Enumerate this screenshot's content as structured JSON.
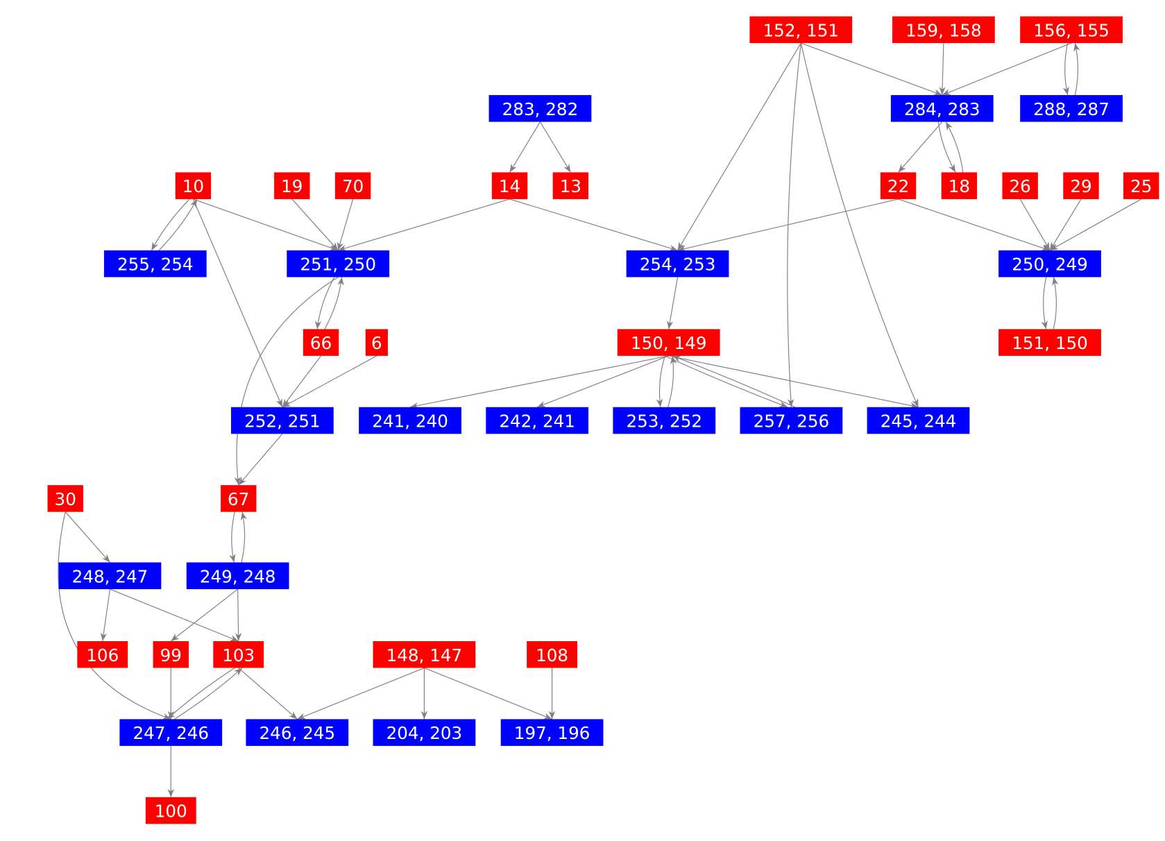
{
  "colors": {
    "red": "#ff0000",
    "blue": "#0000ff",
    "edge": "#808080",
    "text": "#ffffff"
  },
  "nodes": [
    {
      "id": "152_151",
      "label": "152, 151",
      "color": "red"
    },
    {
      "id": "159_158",
      "label": "159, 158",
      "color": "red"
    },
    {
      "id": "156_155",
      "label": "156, 155",
      "color": "red"
    },
    {
      "id": "283_282",
      "label": "283, 282",
      "color": "blue"
    },
    {
      "id": "284_283",
      "label": "284, 283",
      "color": "blue"
    },
    {
      "id": "288_287",
      "label": "288, 287",
      "color": "blue"
    },
    {
      "id": "10",
      "label": "10",
      "color": "red"
    },
    {
      "id": "19",
      "label": "19",
      "color": "red"
    },
    {
      "id": "70",
      "label": "70",
      "color": "red"
    },
    {
      "id": "14",
      "label": "14",
      "color": "red"
    },
    {
      "id": "13",
      "label": "13",
      "color": "red"
    },
    {
      "id": "22",
      "label": "22",
      "color": "red"
    },
    {
      "id": "18",
      "label": "18",
      "color": "red"
    },
    {
      "id": "26",
      "label": "26",
      "color": "red"
    },
    {
      "id": "29",
      "label": "29",
      "color": "red"
    },
    {
      "id": "25",
      "label": "25",
      "color": "red"
    },
    {
      "id": "255_254",
      "label": "255, 254",
      "color": "blue"
    },
    {
      "id": "251_250",
      "label": "251, 250",
      "color": "blue"
    },
    {
      "id": "254_253",
      "label": "254, 253",
      "color": "blue"
    },
    {
      "id": "250_249",
      "label": "250, 249",
      "color": "blue"
    },
    {
      "id": "66",
      "label": "66",
      "color": "red"
    },
    {
      "id": "6",
      "label": "6",
      "color": "red"
    },
    {
      "id": "150_149",
      "label": "150, 149",
      "color": "red"
    },
    {
      "id": "151_150",
      "label": "151, 150",
      "color": "red"
    },
    {
      "id": "252_251",
      "label": "252, 251",
      "color": "blue"
    },
    {
      "id": "241_240",
      "label": "241, 240",
      "color": "blue"
    },
    {
      "id": "242_241",
      "label": "242, 241",
      "color": "blue"
    },
    {
      "id": "253_252",
      "label": "253, 252",
      "color": "blue"
    },
    {
      "id": "257_256",
      "label": "257, 256",
      "color": "blue"
    },
    {
      "id": "245_244",
      "label": "245, 244",
      "color": "blue"
    },
    {
      "id": "30",
      "label": "30",
      "color": "red"
    },
    {
      "id": "67",
      "label": "67",
      "color": "red"
    },
    {
      "id": "248_247",
      "label": "248, 247",
      "color": "blue"
    },
    {
      "id": "249_248",
      "label": "249, 248",
      "color": "blue"
    },
    {
      "id": "106",
      "label": "106",
      "color": "red"
    },
    {
      "id": "99",
      "label": "99",
      "color": "red"
    },
    {
      "id": "103",
      "label": "103",
      "color": "red"
    },
    {
      "id": "148_147",
      "label": "148, 147",
      "color": "red"
    },
    {
      "id": "108",
      "label": "108",
      "color": "red"
    },
    {
      "id": "247_246",
      "label": "247, 246",
      "color": "blue"
    },
    {
      "id": "246_245",
      "label": "246, 245",
      "color": "blue"
    },
    {
      "id": "204_203",
      "label": "204, 203",
      "color": "blue"
    },
    {
      "id": "197_196",
      "label": "197, 196",
      "color": "blue"
    },
    {
      "id": "100",
      "label": "100",
      "color": "red"
    }
  ],
  "edges": [
    [
      "152_151",
      "284_283"
    ],
    [
      "152_151",
      "254_253"
    ],
    [
      "152_151",
      "257_256"
    ],
    [
      "152_151",
      "245_244"
    ],
    [
      "159_158",
      "284_283"
    ],
    [
      "156_155",
      "284_283"
    ],
    [
      "156_155",
      "288_287"
    ],
    [
      "288_287",
      "156_155"
    ],
    [
      "283_282",
      "14"
    ],
    [
      "283_282",
      "13"
    ],
    [
      "284_283",
      "22"
    ],
    [
      "284_283",
      "18"
    ],
    [
      "18",
      "284_283"
    ],
    [
      "10",
      "255_254"
    ],
    [
      "255_254",
      "10"
    ],
    [
      "10",
      "251_250"
    ],
    [
      "10",
      "252_251"
    ],
    [
      "19",
      "251_250"
    ],
    [
      "70",
      "251_250"
    ],
    [
      "14",
      "251_250"
    ],
    [
      "14",
      "254_253"
    ],
    [
      "22",
      "254_253"
    ],
    [
      "22",
      "250_249"
    ],
    [
      "26",
      "250_249"
    ],
    [
      "29",
      "250_249"
    ],
    [
      "25",
      "250_249"
    ],
    [
      "250_249",
      "151_150"
    ],
    [
      "151_150",
      "250_249"
    ],
    [
      "251_250",
      "66"
    ],
    [
      "66",
      "251_250"
    ],
    [
      "251_250",
      "67"
    ],
    [
      "66",
      "252_251"
    ],
    [
      "6",
      "252_251"
    ],
    [
      "254_253",
      "150_149"
    ],
    [
      "150_149",
      "241_240"
    ],
    [
      "150_149",
      "242_241"
    ],
    [
      "150_149",
      "253_252"
    ],
    [
      "253_252",
      "150_149"
    ],
    [
      "150_149",
      "257_256"
    ],
    [
      "257_256",
      "150_149"
    ],
    [
      "150_149",
      "245_244"
    ],
    [
      "252_251",
      "67"
    ],
    [
      "30",
      "248_247"
    ],
    [
      "30",
      "247_246"
    ],
    [
      "67",
      "249_248"
    ],
    [
      "249_248",
      "67"
    ],
    [
      "248_247",
      "106"
    ],
    [
      "248_247",
      "103"
    ],
    [
      "249_248",
      "99"
    ],
    [
      "249_248",
      "103"
    ],
    [
      "99",
      "247_246"
    ],
    [
      "103",
      "247_246"
    ],
    [
      "247_246",
      "103"
    ],
    [
      "103",
      "246_245"
    ],
    [
      "148_147",
      "246_245"
    ],
    [
      "148_147",
      "204_203"
    ],
    [
      "148_147",
      "197_196"
    ],
    [
      "108",
      "197_196"
    ],
    [
      "247_246",
      "100"
    ]
  ]
}
